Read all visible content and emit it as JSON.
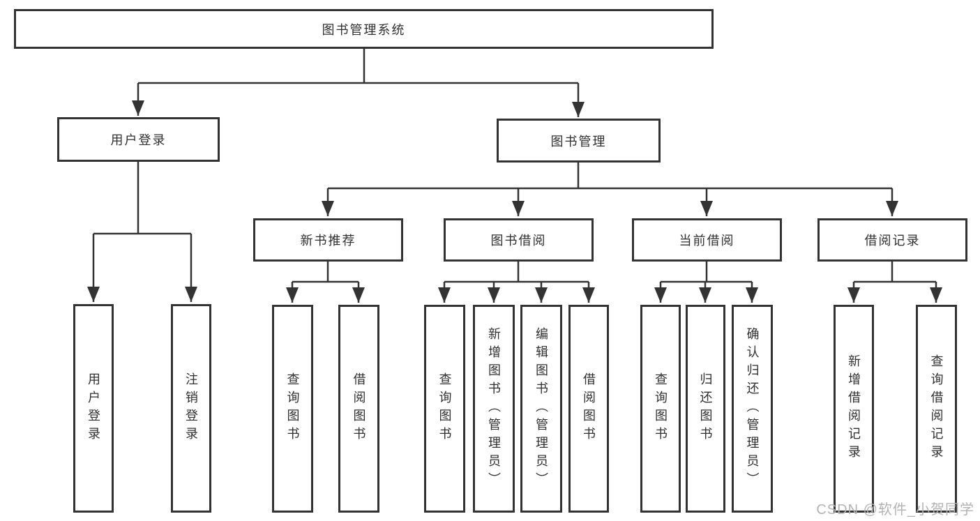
{
  "diagram": {
    "root": {
      "label": "图书管理系统"
    },
    "branches": [
      {
        "label": "用户登录",
        "leaves": [
          {
            "label": "用户登录"
          },
          {
            "label": "注销登录"
          }
        ]
      },
      {
        "label": "图书管理",
        "children": [
          {
            "label": "新书推荐",
            "leaves": [
              {
                "label": "查询图书"
              },
              {
                "label": "借阅图书"
              }
            ]
          },
          {
            "label": "图书借阅",
            "leaves": [
              {
                "label": "查询图书"
              },
              {
                "label": "新增图书（管理员）"
              },
              {
                "label": "编辑图书（管理员）"
              },
              {
                "label": "借阅图书"
              }
            ]
          },
          {
            "label": "当前借阅",
            "leaves": [
              {
                "label": "查询图书"
              },
              {
                "label": "归还图书"
              },
              {
                "label": "确认归还（管理员）"
              }
            ]
          },
          {
            "label": "借阅记录",
            "leaves": [
              {
                "label": "新增借阅记录"
              },
              {
                "label": "查询借阅记录"
              }
            ]
          }
        ]
      }
    ]
  },
  "watermark": {
    "text": "CSDN @软件_小贺同学"
  },
  "colors": {
    "line": "#333333",
    "box_border": "#333333",
    "text": "#303030",
    "watermark": "#b3b3b3",
    "background": "#ffffff"
  }
}
